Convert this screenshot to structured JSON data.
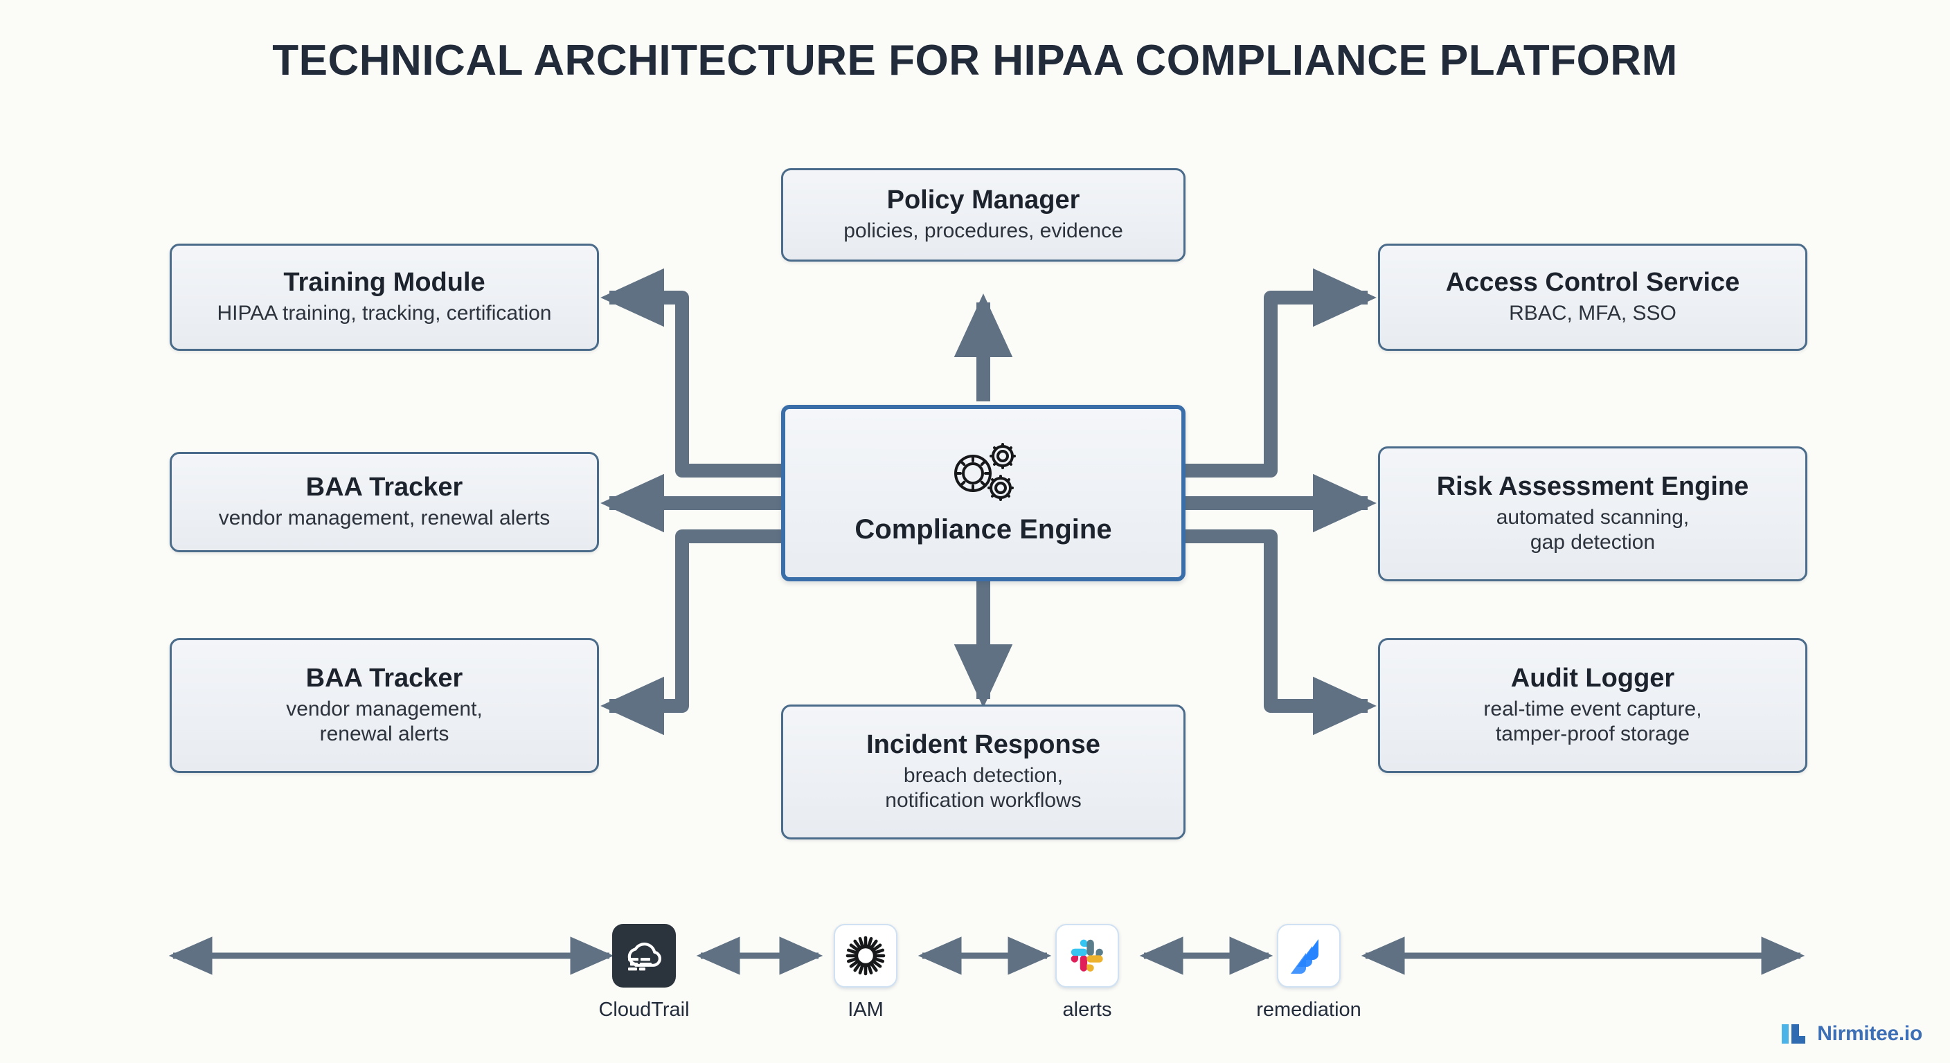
{
  "page": {
    "title": "TECHNICAL ARCHITECTURE FOR HIPAA COMPLIANCE PLATFORM",
    "background_color": "#fbfbf7",
    "title_color": "#222b3a"
  },
  "diagram": {
    "type": "hub-and-spoke architecture diagram",
    "connector_color": "#5f7183",
    "node_border_color": "#4a6b89",
    "hub_border_color": "#3a6ea8",
    "hub": {
      "id": "compliance-engine",
      "title": "Compliance Engine",
      "subtitle": "",
      "icon": "gears-icon"
    },
    "nodes": [
      {
        "id": "policy-manager",
        "position": "top",
        "title": "Policy Manager",
        "subtitle": "policies, procedures, evidence"
      },
      {
        "id": "training-module",
        "position": "left-top",
        "title": "Training Module",
        "subtitle": "HIPAA training, tracking, certification"
      },
      {
        "id": "baa-tracker-1",
        "position": "left-middle",
        "title": "BAA Tracker",
        "subtitle": "vendor management, renewal alerts"
      },
      {
        "id": "baa-tracker-2",
        "position": "left-bottom",
        "title": "BAA Tracker",
        "subtitle": "vendor management,\nrenewal alerts"
      },
      {
        "id": "access-control-service",
        "position": "right-top",
        "title": "Access Control Service",
        "subtitle": "RBAC, MFA, SSO"
      },
      {
        "id": "risk-assessment-engine",
        "position": "right-middle",
        "title": "Risk Assessment Engine",
        "subtitle": "automated scanning,\ngap detection"
      },
      {
        "id": "audit-logger",
        "position": "right-bottom",
        "title": "Audit Logger",
        "subtitle": "real-time event capture,\ntamper-proof storage"
      },
      {
        "id": "incident-response",
        "position": "bottom",
        "title": "Incident Response",
        "subtitle": "breach detection,\nnotification workflows"
      }
    ]
  },
  "integration_strip": {
    "items": [
      {
        "id": "cloudtrail",
        "label": "CloudTrail",
        "icon": "cloudtrail-icon",
        "tile_style": "dark"
      },
      {
        "id": "iam",
        "label": "IAM",
        "icon": "iam-sunburst-icon",
        "tile_style": "light"
      },
      {
        "id": "alerts",
        "label": "alerts",
        "icon": "slack-icon",
        "tile_style": "light"
      },
      {
        "id": "remediation",
        "label": "remediation",
        "icon": "jira-icon",
        "tile_style": "light"
      }
    ],
    "connector_style": "double-headed-arrow"
  },
  "brand": {
    "name": "Nirmitee.io",
    "color": "#3c6fb5",
    "accent_color": "#4cb3e8"
  }
}
